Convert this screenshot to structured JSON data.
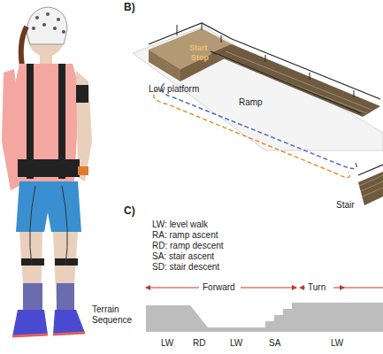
{
  "diagram": {
    "labels": [
      "B)",
      "Start",
      "Stop",
      "Low platform",
      "Ramp",
      "Stair",
      "C)",
      "LW: level walk",
      "RA: ramp ascent",
      "RD: ramp descent",
      "SA: stair ascent",
      "SD: stair descent",
      "Forward",
      "Turn",
      "Terrain Sequence",
      "LW",
      "RD",
      "LW",
      "SA",
      "LW"
    ]
  }
}
